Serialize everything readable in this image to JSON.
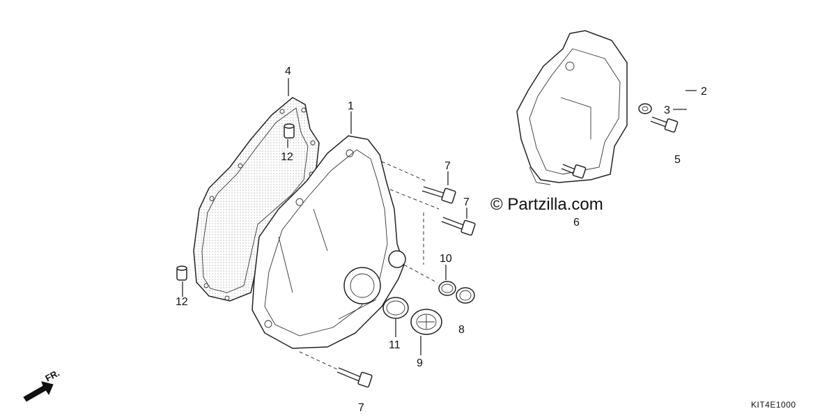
{
  "labels": {
    "p1": "1",
    "p2": "2",
    "p3": "3",
    "p4": "4",
    "p5": "5",
    "p6": "6",
    "p7a": "7",
    "p7b": "7",
    "p7c": "7",
    "p8": "8",
    "p9": "9",
    "p10": "10",
    "p11": "11",
    "p12a": "12",
    "p12b": "12"
  },
  "watermark": "© Partzilla.com",
  "diagram_code": "KIT4E1000",
  "front_indicator": "FR."
}
